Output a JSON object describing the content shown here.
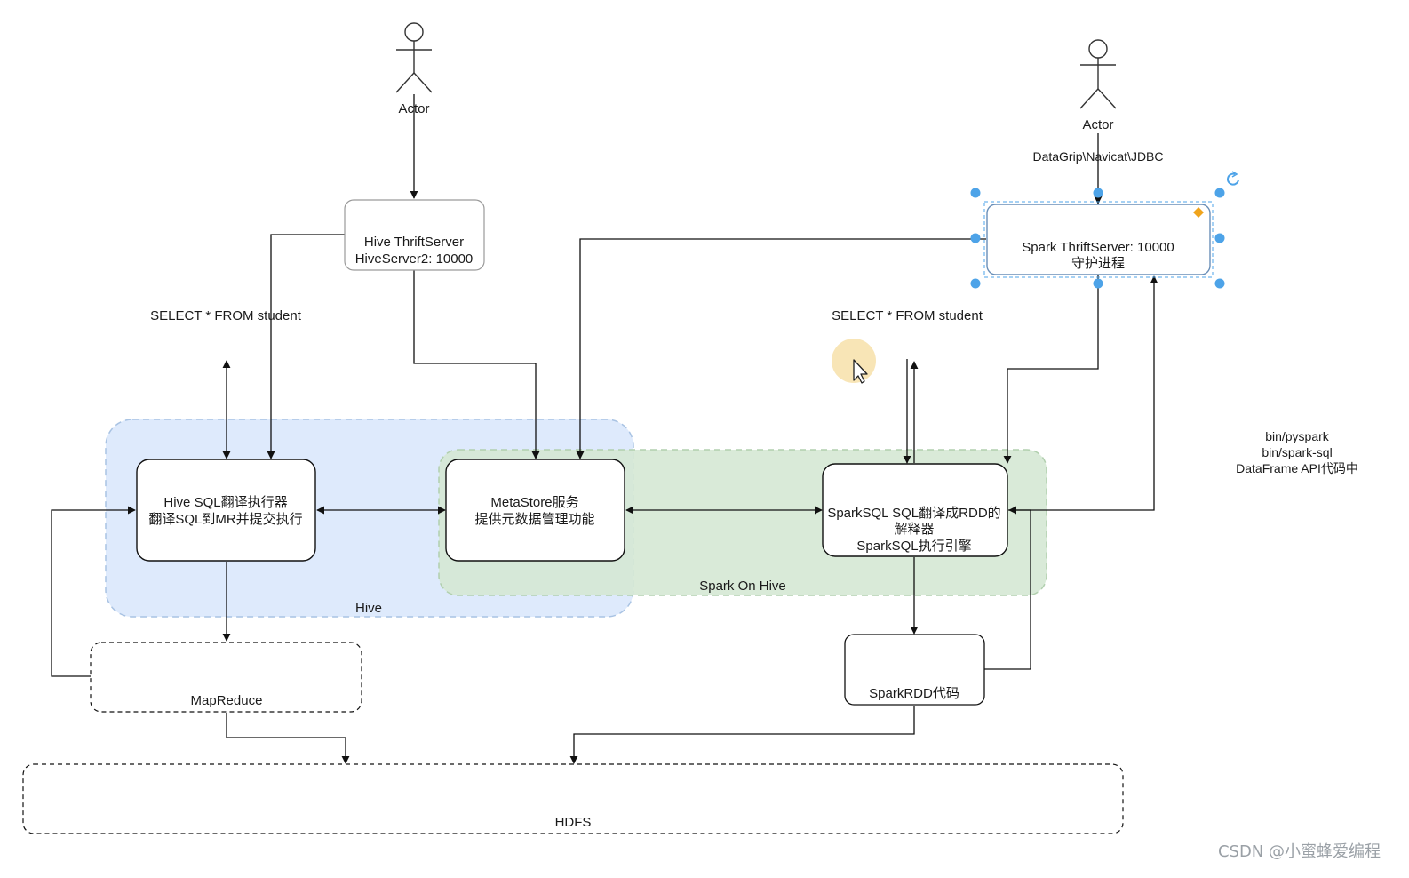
{
  "actors": {
    "left": "Actor",
    "right": "Actor"
  },
  "labels": {
    "clients": "DataGrip\\Navicat\\JDBC",
    "select_left": "SELECT * FROM student",
    "select_right": "SELECT * FROM student",
    "tools": {
      "line1": "bin/pyspark",
      "line2": "bin/spark-sql",
      "line3": "DataFrame API代码中"
    }
  },
  "groups": {
    "hive": "Hive",
    "spark_on_hive": "Spark On Hive"
  },
  "nodes": {
    "hive_thriftserver": {
      "line1": "Hive ThriftServer",
      "line2": "HiveServer2: 10000"
    },
    "spark_thriftserver": {
      "line1": "Spark ThriftServer: 10000",
      "line2": "守护进程"
    },
    "hive_sql_engine": {
      "line1": "Hive SQL翻译执行器",
      "line2": "翻译SQL到MR并提交执行"
    },
    "metastore": {
      "line1": "MetaStore服务",
      "line2": "提供元数据管理功能"
    },
    "sparksql_engine": {
      "line1": "SparkSQL SQL翻译成RDD的",
      "line2": "解释器",
      "line3": "SparkSQL执行引擎"
    },
    "mapreduce": {
      "label": "MapReduce"
    },
    "spark_rdd": {
      "label": "SparkRDD代码"
    },
    "hdfs": {
      "label": "HDFS"
    }
  },
  "colors": {
    "hive_group_fill": "#dae8fc",
    "spark_group_fill": "#d5e8d4",
    "selection_handle": "#4da3e8",
    "cursor_highlight": "#f6dc9e",
    "edge": "#111111"
  },
  "watermark": "CSDN @小蜜蜂爱编程"
}
